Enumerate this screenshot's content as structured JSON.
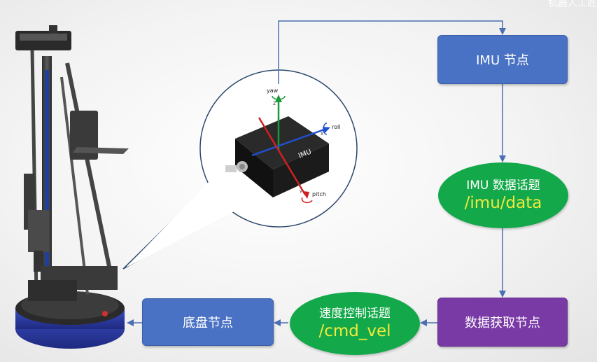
{
  "watermark": "机器人工匠",
  "nodes": {
    "imu_node": "IMU 节点",
    "imu_topic_title": "IMU 数据话题",
    "imu_topic_name": "/imu/data",
    "data_node": "数据获取节点",
    "vel_topic_title": "速度控制话题",
    "vel_topic_name": "/cmd_vel",
    "chassis_node": "底盘节点"
  },
  "imu_callout": {
    "box_label": "IMU",
    "axes": {
      "yaw": "yaw",
      "roll": "roll",
      "pitch": "pitch",
      "z": "Z",
      "x": "X",
      "y": "Y"
    }
  },
  "colors": {
    "node_blue": "#4a72c4",
    "node_purple": "#7a3aa6",
    "topic_green": "#13a84a",
    "topic_text_yellow": "#f2ea3c",
    "arrow_blue": "#4a6fb3"
  }
}
